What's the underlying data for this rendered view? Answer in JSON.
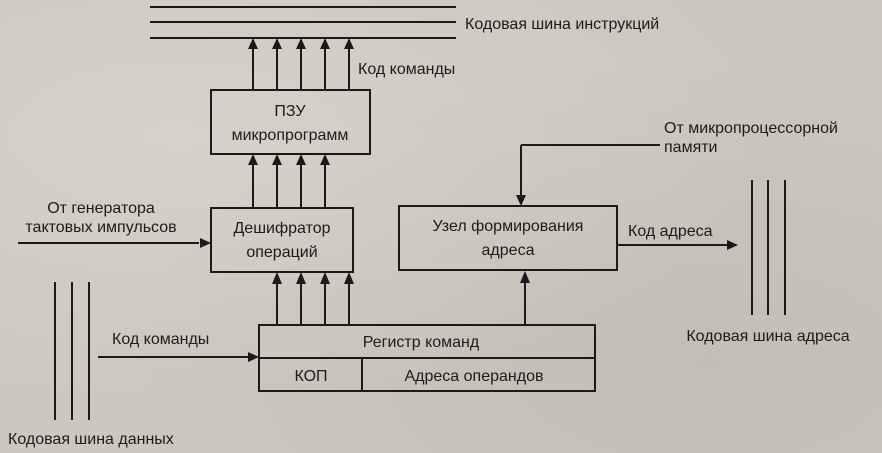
{
  "labels": {
    "instruction_bus": "Кодовая шина инструкций",
    "opcode_top": "Код команды",
    "rom_line1": "ПЗУ",
    "rom_line2": "микропрограмм",
    "from_memory_line1": "От микропроцессорной",
    "from_memory_line2": "памяти",
    "from_generator_line1": "От генератора",
    "from_generator_line2": "тактовых импульсов",
    "decoder_line1": "Дешифратор",
    "decoder_line2": "операций",
    "address_unit_line1": "Узел формирования",
    "address_unit_line2": "адреса",
    "address_code": "Код адреса",
    "opcode_left": "Код команды",
    "command_register": "Регистр команд",
    "kop": "КОП",
    "operand_addresses": "Адреса операндов",
    "address_bus": "Кодовая шина адреса",
    "data_bus": "Кодовая шина данных"
  }
}
